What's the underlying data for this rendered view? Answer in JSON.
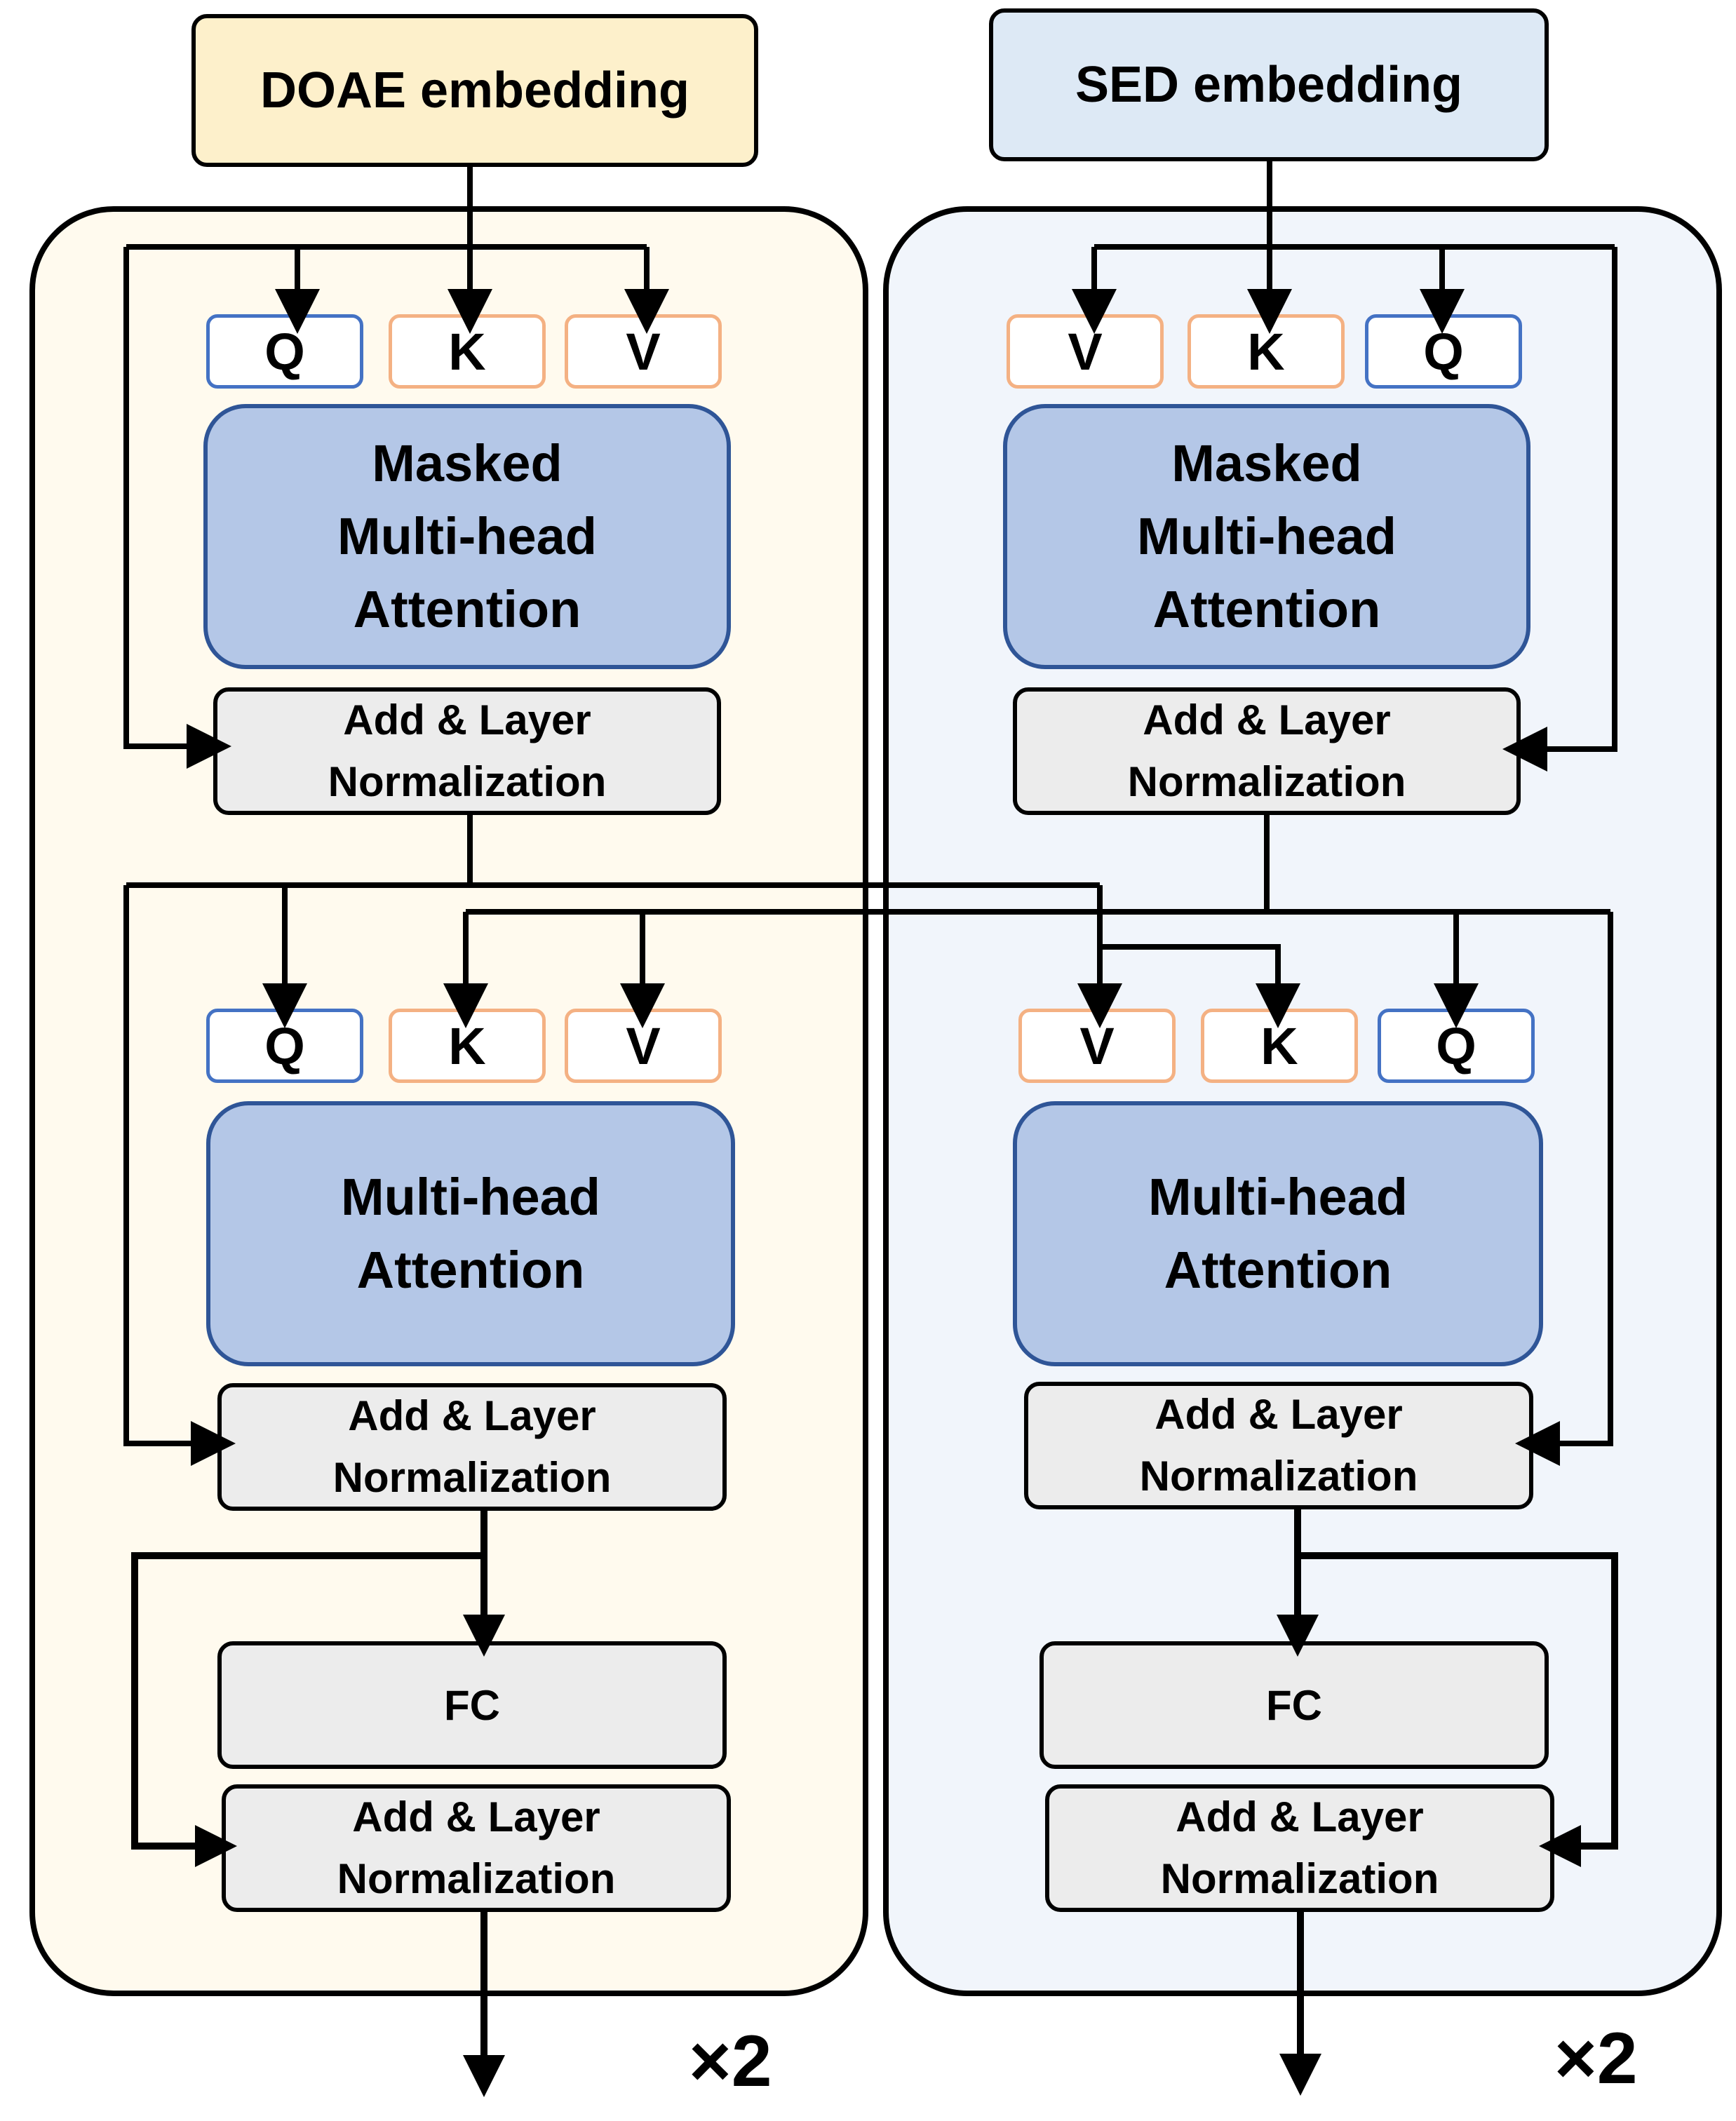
{
  "left": {
    "embedding": "DOAE embedding",
    "block1": {
      "q": "Q",
      "k": "K",
      "v": "V",
      "attn": [
        "Masked",
        "Multi-head",
        "Attention"
      ],
      "norm": [
        "Add & Layer",
        "Normalization"
      ]
    },
    "block2": {
      "q": "Q",
      "k": "K",
      "v": "V",
      "attn": [
        "Multi-head",
        "Attention"
      ],
      "norm": [
        "Add & Layer",
        "Normalization"
      ]
    },
    "fc": "FC",
    "norm3": [
      "Add & Layer",
      "Normalization"
    ],
    "repeat": "×2"
  },
  "right": {
    "embedding": "SED embedding",
    "block1": {
      "v": "V",
      "k": "K",
      "q": "Q",
      "attn": [
        "Masked",
        "Multi-head",
        "Attention"
      ],
      "norm": [
        "Add & Layer",
        "Normalization"
      ]
    },
    "block2": {
      "v": "V",
      "k": "K",
      "q": "Q",
      "attn": [
        "Multi-head",
        "Attention"
      ],
      "norm": [
        "Add & Layer",
        "Normalization"
      ]
    },
    "fc": "FC",
    "norm3": [
      "Add & Layer",
      "Normalization"
    ],
    "repeat": "×2"
  },
  "colors": {
    "doae_embedding_fill": "#fdf0cb",
    "sed_embedding_fill": "#dde9f5",
    "doae_panel_fill": "#fffaee",
    "sed_panel_fill": "#f1f5fb",
    "attention_fill": "#b4c7e7",
    "attention_border": "#2f5597",
    "query_border": "#4472c4",
    "key_value_border": "#f4b183",
    "norm_fill": "#ececec"
  }
}
